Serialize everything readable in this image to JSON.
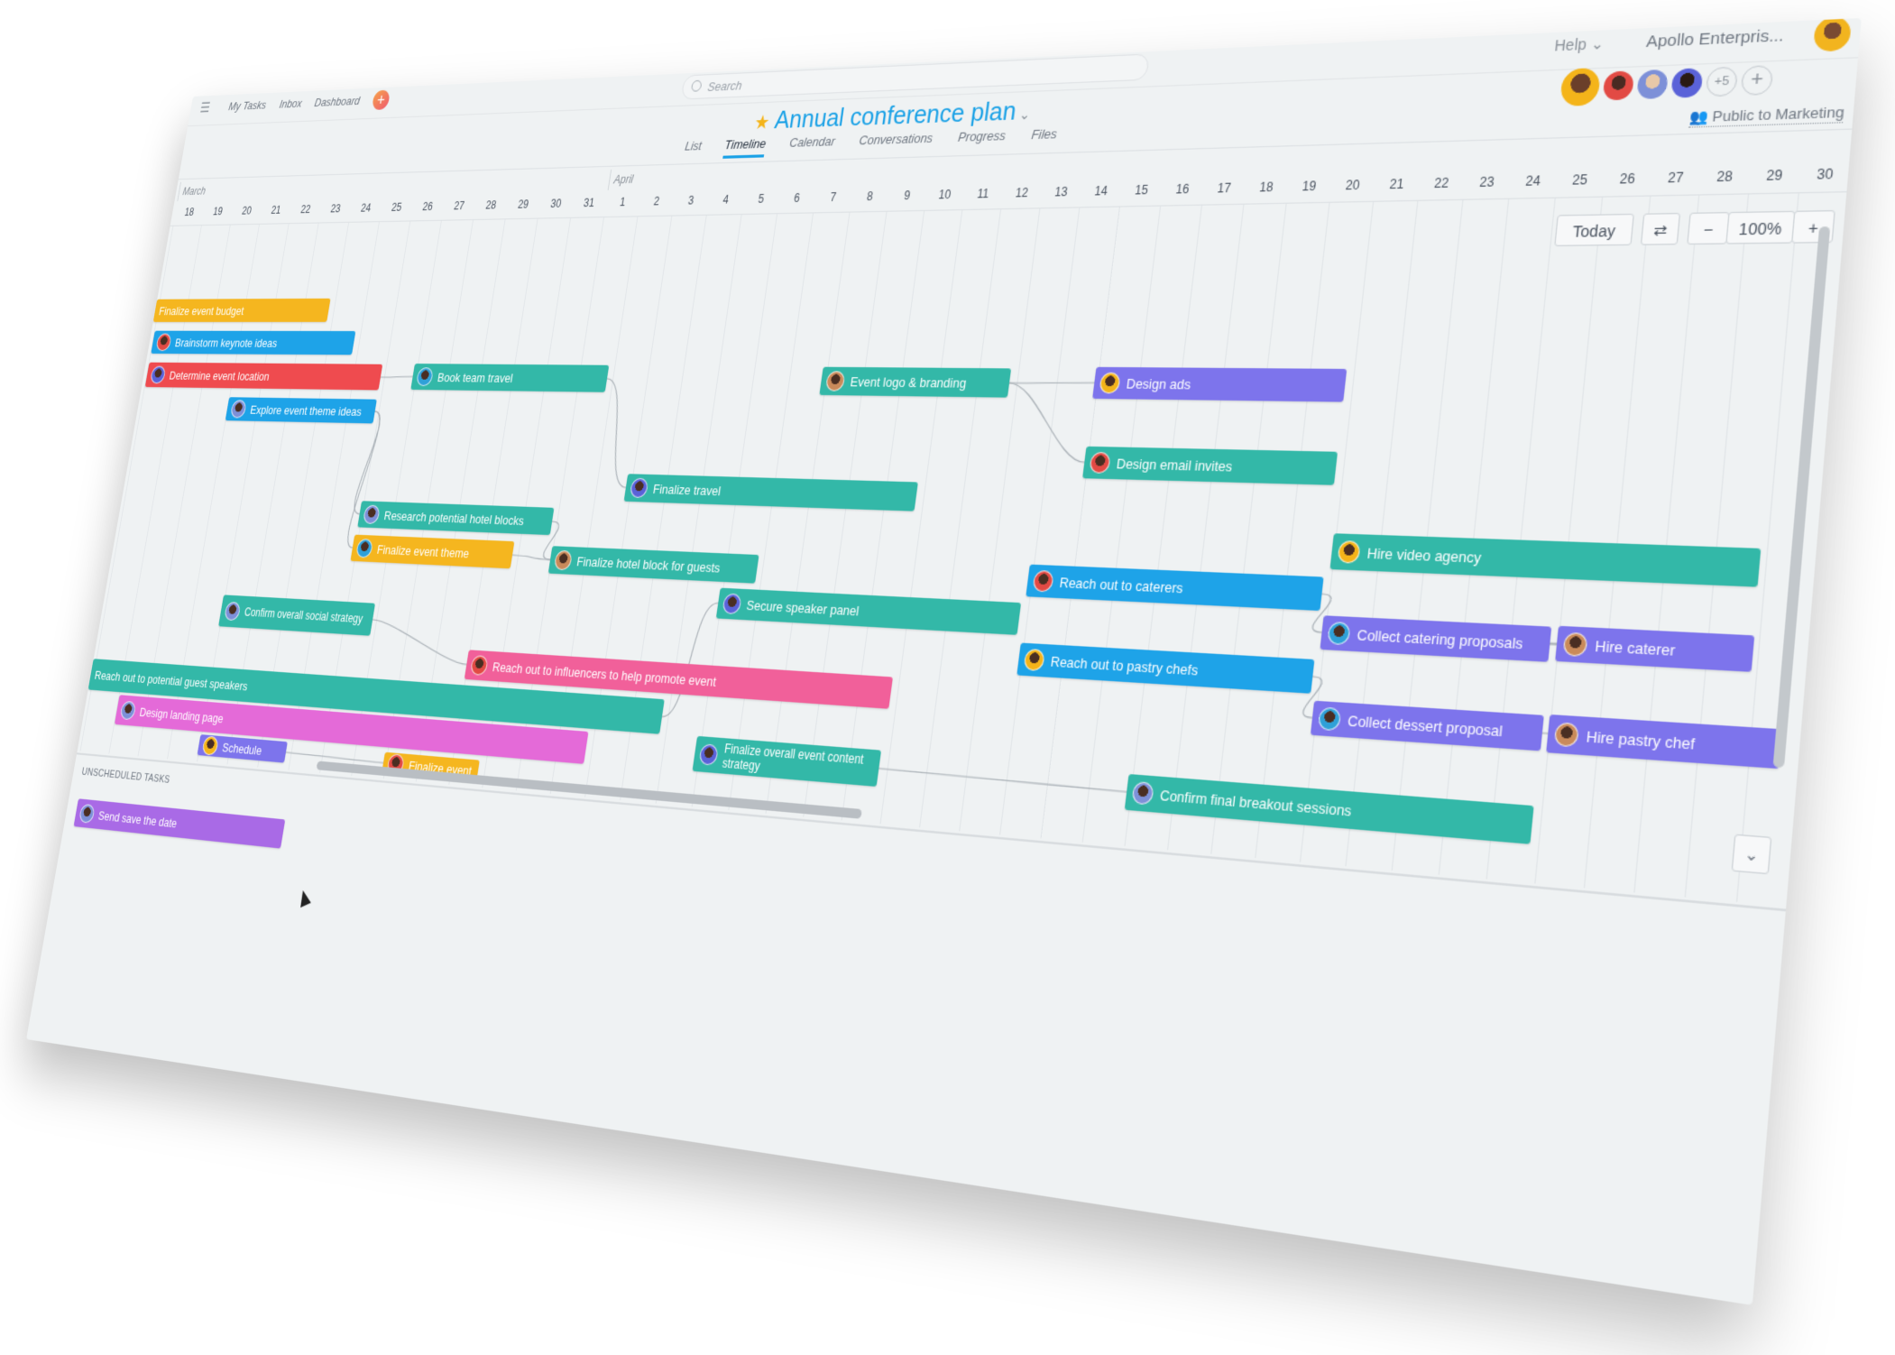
{
  "topbar": {
    "nav": [
      "My Tasks",
      "Inbox",
      "Dashboard"
    ],
    "search_placeholder": "Search",
    "help": "Help",
    "help_chevron": "⌄",
    "org": "Apollo Enterpris..."
  },
  "project": {
    "title": "Annual conference plan",
    "favorite_icon": "star-icon",
    "members_more": "+5",
    "add_member": "+",
    "privacy": "Public to Marketing"
  },
  "tabs": [
    "List",
    "Timeline",
    "Calendar",
    "Conversations",
    "Progress",
    "Files"
  ],
  "active_tab": "Timeline",
  "timeline": {
    "months": [
      "March",
      "April"
    ],
    "days": [
      "18",
      "19",
      "20",
      "21",
      "22",
      "23",
      "24",
      "25",
      "26",
      "27",
      "28",
      "29",
      "30",
      "31",
      "1",
      "2",
      "3",
      "4",
      "5",
      "6",
      "7",
      "8",
      "9",
      "10",
      "11",
      "12",
      "13",
      "14",
      "15",
      "16",
      "17",
      "18",
      "19",
      "20",
      "21",
      "22",
      "23",
      "24",
      "25",
      "26",
      "27",
      "28",
      "29",
      "30"
    ],
    "today_label": "Today",
    "zoom_out": "−",
    "zoom_level": "100%",
    "zoom_in": "+",
    "unscheduled_label": "UNSCHEDULED TASKS"
  },
  "colors": {
    "teal": "#33b8a8",
    "blue": "#1ea3e8",
    "red": "#ef4b4f",
    "yellow": "#f5b61f",
    "purple": "#7d74ec",
    "pink": "#f1609a",
    "magenta": "#e46ad8",
    "violet": "#a96ae6",
    "accent": "#1aa1e6"
  },
  "tasks": [
    {
      "name": "Finalize event budget",
      "color": "yellow"
    },
    {
      "name": "Brainstorm keynote ideas",
      "color": "blue"
    },
    {
      "name": "Determine event location",
      "color": "red"
    },
    {
      "name": "Explore event theme ideas",
      "color": "blue"
    },
    {
      "name": "Book team travel",
      "color": "teal"
    },
    {
      "name": "Event logo & branding",
      "color": "teal"
    },
    {
      "name": "Design ads",
      "color": "purple"
    },
    {
      "name": "Design email invites",
      "color": "teal"
    },
    {
      "name": "Finalize travel",
      "color": "teal"
    },
    {
      "name": "Research potential hotel blocks",
      "color": "teal"
    },
    {
      "name": "Finalize event theme",
      "color": "yellow"
    },
    {
      "name": "Finalize hotel block for guests",
      "color": "teal"
    },
    {
      "name": "Hire video agency",
      "color": "teal"
    },
    {
      "name": "Reach out to caterers",
      "color": "blue"
    },
    {
      "name": "Secure speaker panel",
      "color": "teal"
    },
    {
      "name": "Confirm overall social strategy",
      "color": "teal"
    },
    {
      "name": "Collect catering proposals",
      "color": "purple"
    },
    {
      "name": "Hire caterer",
      "color": "purple"
    },
    {
      "name": "Reach out to pastry chefs",
      "color": "blue"
    },
    {
      "name": "Reach out to influencers to help promote event",
      "color": "pink"
    },
    {
      "name": "Reach out to potential guest speakers",
      "color": "teal"
    },
    {
      "name": "Design landing page",
      "color": "magenta"
    },
    {
      "name": "Collect dessert proposal",
      "color": "purple"
    },
    {
      "name": "Hire pastry chef",
      "color": "purple"
    },
    {
      "name": "Schedule",
      "color": "purple"
    },
    {
      "name": "Finalize event",
      "color": "yellow"
    },
    {
      "name": "Finalize overall event content strategy",
      "color": "teal"
    },
    {
      "name": "Confirm final breakout sessions",
      "color": "teal"
    }
  ],
  "unscheduled_tasks": [
    {
      "name": "Send save the date",
      "color": "violet"
    }
  ]
}
